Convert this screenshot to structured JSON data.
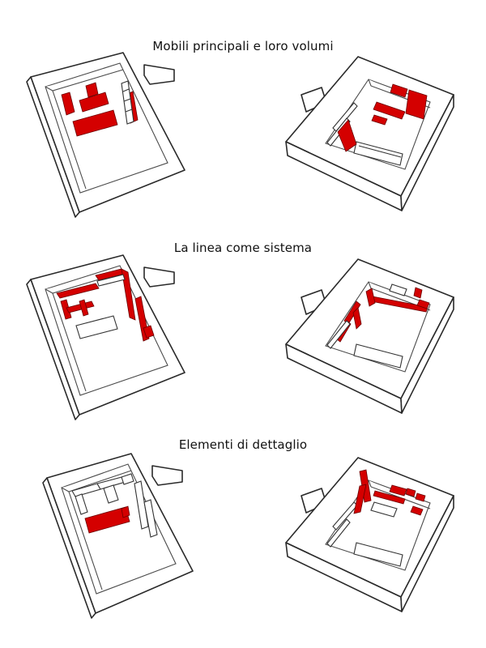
{
  "sections": [
    {
      "title": "Mobili principali e loro volumi"
    },
    {
      "title": "La linea come sistema"
    },
    {
      "title": "Elementi di dettaglio"
    }
  ],
  "colors": {
    "accent": "#d40000",
    "line": "#2a2a2a",
    "background": "#ffffff"
  }
}
